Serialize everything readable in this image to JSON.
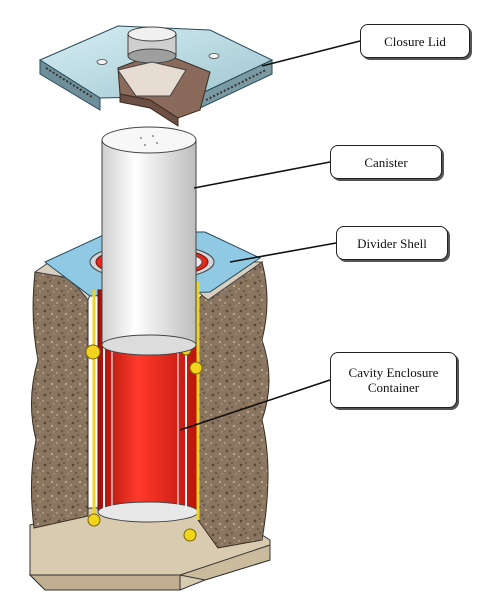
{
  "labels": {
    "closure_lid": "Closure Lid",
    "canister": "Canister",
    "divider_shell": "Divider Shell",
    "cavity_enclosure": "Cavity Enclosure\nContainer"
  },
  "colors": {
    "concrete": "#8a7560",
    "lid_top": "#b5d4dc",
    "lid_brown": "#8a6a5a",
    "canister": "#f2f2f2",
    "container_red": "#e8231a",
    "divider_blue": "#8fc9e3",
    "yellow_fitting": "#f1d51c",
    "base": "#d9cbb0"
  }
}
